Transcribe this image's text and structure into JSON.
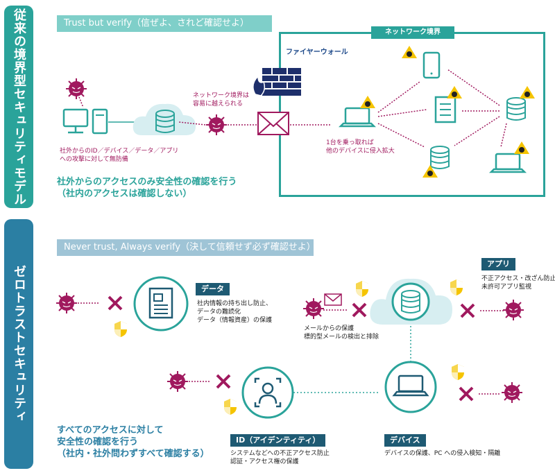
{
  "top": {
    "side_title": "従来の境界型セキュリティモデル",
    "banner": "Trust but verify（信ぜよ、されど確認せよ）",
    "network_boundary_label": "ネットワーク境界",
    "firewall_label": "ファイヤーウォール",
    "breach_note": "ネットワーク境界は\n容易に越えられる",
    "lateral_note": "1台を乗っ取れば\n他のデバイスに侵入拡大",
    "inside_note": "社外からのID／デバイス／データ／アプリ\nへの攻撃に対して無防備",
    "summary": "社外からのアクセスのみ安全性の確認を行う\n（社内のアクセスは確認しない）"
  },
  "bottom": {
    "side_title": "ゼロトラストセキュリティ",
    "banner": "Never trust, Always verify（決して信頼せず必ず確認せよ）",
    "data_tag": "データ",
    "data_desc": "社内情報の持ち出し防止、\nデータの難読化\nデータ（情報資産）の保護",
    "app_tag": "アプリ",
    "app_desc": "不正アクセス・改ざん防止\n未許可アプリ監視",
    "mail_desc": "メールからの保護\n標的型メールの検出と排除",
    "id_tag": "ID（アイデンティティ）",
    "id_desc": "システムなどへの不正アクセス防止\n認証・アクセス権の保護",
    "device_tag": "デバイス",
    "device_desc": "デバイスの保護、PC への侵入検知・隔離",
    "summary": "すべてのアクセスに対して\n安全性の確認を行う\n（社内・社外問わずすべて確認する）"
  },
  "colors": {
    "teal": "#2aa39a",
    "teal_light": "#7fcfc9",
    "navy": "#1e5a73",
    "blue_tab": "#2b7fa3",
    "magenta": "#a0195e",
    "yellow": "#f5c400"
  }
}
